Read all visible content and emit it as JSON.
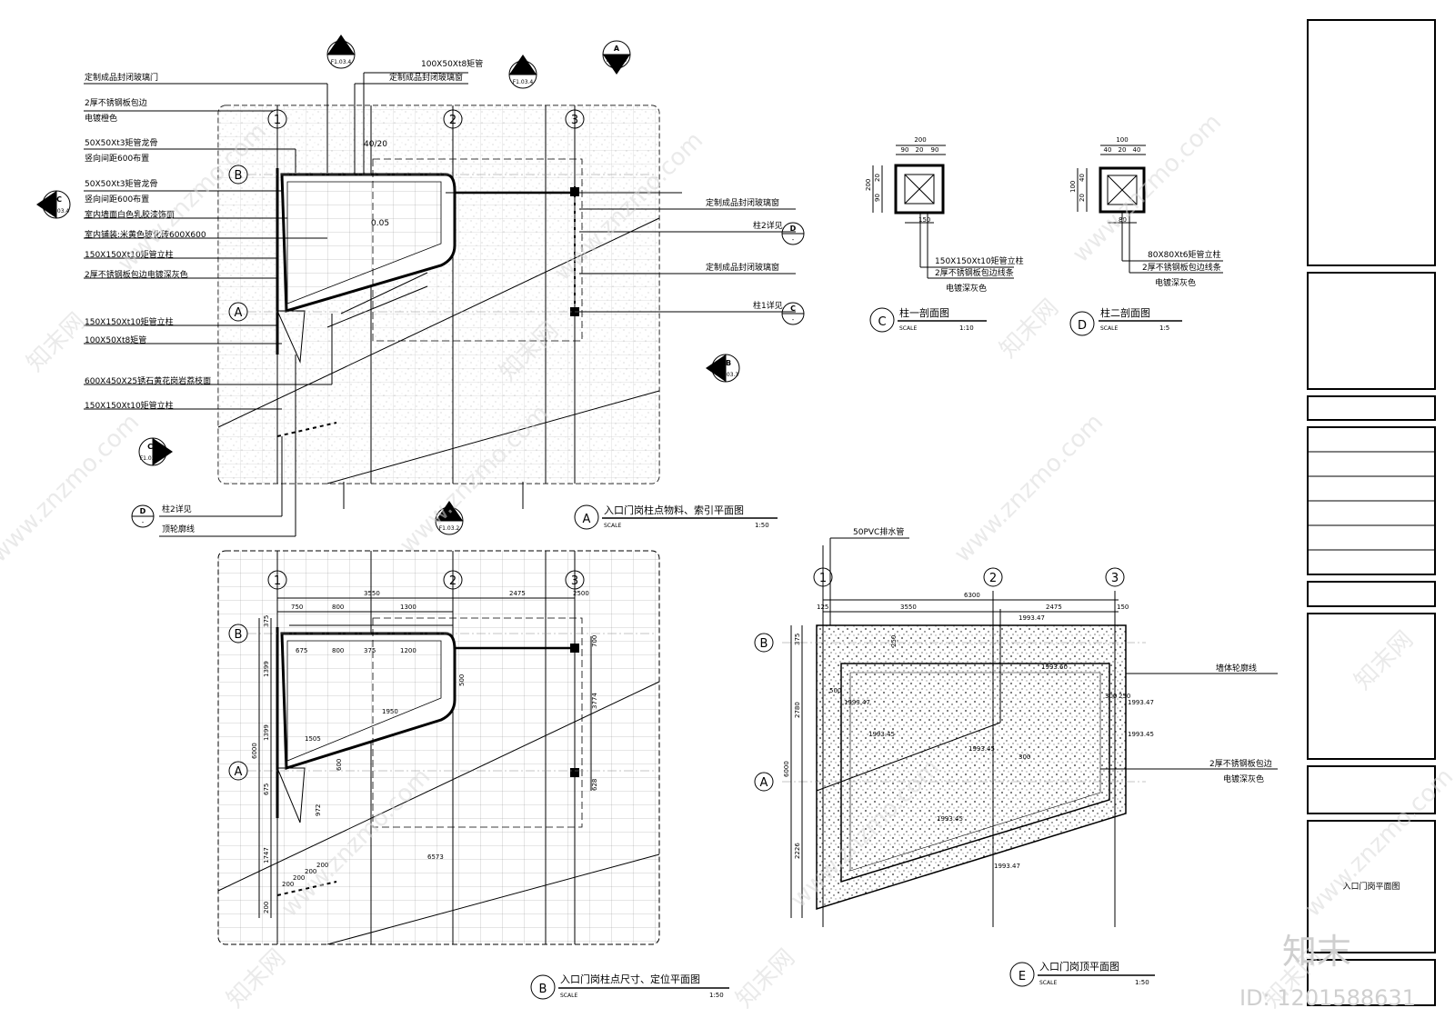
{
  "plan_a": {
    "labels_left": [
      "定制成品封闭玻璃门",
      "2厚不锈钢板包边",
      "电镀橙色",
      "50X50Xt3矩管龙骨",
      "竖向间距600布置",
      "50X50Xt3矩管龙骨",
      "竖向间距600布置",
      "室内墙面白色乳胶漆饰面",
      "室内铺装:米黄色玻化砖600X600",
      "150X150Xt10矩管立柱",
      "2厚不锈钢板包边电镀深灰色",
      "150X150Xt10矩管立柱",
      "100X50Xt8矩管",
      "600X450X25锈石黄花岗岩荔枝面",
      "150X150Xt10矩管立柱"
    ],
    "labels_top": [
      "100X50Xt8矩管",
      "定制成品封闭玻璃窗"
    ],
    "labels_right": [
      "定制成品封闭玻璃窗",
      "柱2详见",
      "定制成品封闭玻璃窗",
      "柱1详见"
    ],
    "labels_bottom": [
      "柱2详见",
      "顶轮廓线"
    ],
    "level": "0.05",
    "dim_top": "40/20",
    "grid": [
      "1",
      "2",
      "3"
    ],
    "axes": [
      "B",
      "A"
    ],
    "title": "入口门岗柱点物料、索引平面图",
    "scale_label": "SCALE",
    "scale": "1:50",
    "tag": "A"
  },
  "section_refs": {
    "b_top": {
      "letter": "B",
      "sheet": "F1.03.4"
    },
    "a_top1": {
      "letter": "A",
      "sheet": "F1.03.4"
    },
    "a_top2": {
      "letter": "A",
      "sheet": "F1.03.3"
    },
    "c_left": {
      "letter": "C",
      "sheet": "F1.03.4"
    },
    "c_left2": {
      "letter": "C",
      "sheet": "F1.03.3"
    },
    "b_right": {
      "letter": "B",
      "sheet": "F1.03.3"
    },
    "b_bottom": {
      "letter": "B",
      "sheet": "F1.03.2"
    },
    "d1": {
      "letter": "D",
      "sheet": "-"
    },
    "c1": {
      "letter": "C",
      "sheet": "-"
    },
    "d2": {
      "letter": "D",
      "sheet": "-"
    }
  },
  "column_c": {
    "tag": "C",
    "title": "柱一剖面图",
    "scale_label": "SCALE",
    "scale": "1:10",
    "dims_top": [
      "200",
      "90",
      "20",
      "90"
    ],
    "dims_left": [
      "200",
      "20",
      "90"
    ],
    "dim_bottom": "150",
    "label1": "150X150Xt10矩管立柱",
    "label2": "2厚不锈钢板包边线条",
    "label3": "电镀深灰色"
  },
  "column_d": {
    "tag": "D",
    "title": "柱二剖面图",
    "scale_label": "SCALE",
    "scale": "1:5",
    "dims_top": [
      "100",
      "40",
      "20",
      "40"
    ],
    "dims_left": [
      "100",
      "40",
      "20"
    ],
    "dim_bottom": "80",
    "label1": "80X80Xt6矩管立柱",
    "label2": "2厚不锈钢板包边线条",
    "label3": "电镀深灰色"
  },
  "plan_b": {
    "grid": [
      "1",
      "2",
      "3"
    ],
    "axes": [
      "B",
      "A"
    ],
    "dims_top": [
      "3550",
      "2475",
      "2500"
    ],
    "dims_row2": [
      "750",
      "800",
      "1300"
    ],
    "dims_row3": [
      "675",
      "800",
      "375",
      "1200"
    ],
    "dims_left": [
      "375",
      "1399",
      "1399",
      "6000",
      "675",
      "1747",
      "200"
    ],
    "dims_right": [
      "700",
      "3774",
      "628"
    ],
    "dims_inner": [
      "1950",
      "1505",
      "500",
      "600",
      "972",
      "6573"
    ],
    "dims_bottom_steps": [
      "200",
      "200",
      "200",
      "200"
    ],
    "title": "入口门岗柱点尺寸、定位平面图",
    "scale_label": "SCALE",
    "scale": "1:50",
    "tag": "B"
  },
  "plan_e": {
    "grid": [
      "1",
      "2",
      "3"
    ],
    "axes": [
      "B",
      "A"
    ],
    "drain": "50PVC排水管",
    "dims_top": [
      "6300",
      "125",
      "3550",
      "2475",
      "150"
    ],
    "dims_left": [
      "375",
      "2780",
      "6000",
      "2226"
    ],
    "levels": [
      "1993.47",
      "1993.60",
      "1993.47",
      "1993.45",
      "1993.47",
      "1993.45",
      "1993.45",
      "1993.45",
      "1993.47"
    ],
    "inner_dims": [
      "250",
      "300",
      "500",
      "300",
      "250"
    ],
    "label_wall": "墙体轮廓线",
    "label_edge1": "2厚不锈钢板包边",
    "label_edge2": "电镀深灰色",
    "title": "入口门岗顶平面图",
    "scale_label": "SCALE",
    "scale": "1:50",
    "tag": "E"
  },
  "title_block": {
    "drawing_name": "入口门岗平面图"
  },
  "watermark": {
    "logo": "知末",
    "id_text": "ID: 1201588631",
    "site": "www.znzmo.com",
    "brand": "知末网"
  }
}
